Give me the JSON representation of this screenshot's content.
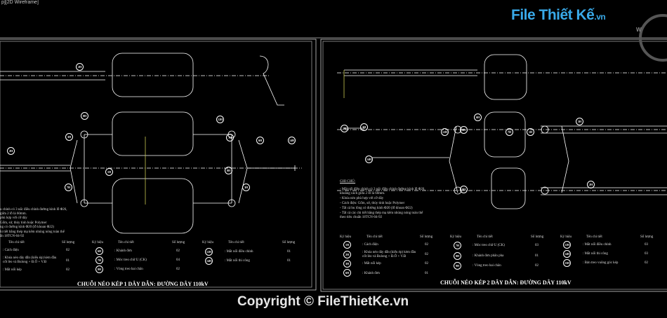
{
  "viewport": {
    "label": "p][2D Wireframe]"
  },
  "watermark": {
    "logo": "File Thiết Kế",
    "logo_suffix": ".vn",
    "copyright": "Copyright © FileThietKe.vn"
  },
  "compass": {
    "w": "W"
  },
  "colors": {
    "background": "#000000",
    "lines": "#ffffff",
    "centerline": "#c8c850",
    "logo": "#39a9e8"
  },
  "left_sheet": {
    "title": "CHUỖI NÉO KÉP 1 DÂY DẪN: ĐƯỜNG DÂY 110kV",
    "notes": [
      "u chỉnh có 3 nấc điều chỉnh đường kính lỗ Φ26,",
      "giữa 2 lỗ là 60mm.",
      "phù hợp với cỡ dây",
      "Gốm, sứ, thủy tinh hoặc Polymer",
      "ng có đường kính Φ20 (lỗ khoan Φ22)",
      "hi tiết bằng thép mạ kẽm nhúng nóng toàn thể",
      "ẩn 18TCN-04-92"
    ],
    "headers": {
      "symbol": "Ký hiệu",
      "name": "Tên chi tiết",
      "qty": "Số lượng"
    },
    "columns": [
      [
        {
          "name": ": Cách điện",
          "qty": "02"
        },
        {
          "name": ": Khóa néo dây dẫn (kiểu ép) kèm đầu cốt lèo và Bulong + Đ.Ô + V.Đ",
          "qty": "01"
        },
        {
          "name": ": Mắt nối kép",
          "qty": "02"
        }
      ],
      [
        {
          "symbol": "6H",
          "name": ": Khánh đơn",
          "qty": "02"
        },
        {
          "symbol": "7H",
          "name": ": Móc treo chữ U (CK)",
          "qty": "04"
        },
        {
          "symbol": "8H",
          "name": ": Vòng treo hai chân",
          "qty": "02"
        }
      ],
      [
        {
          "symbol": "12H",
          "name": ": Mắt nối điều chỉnh",
          "qty": "01"
        },
        {
          "symbol": "14H",
          "name": ": Mắt nối thi công",
          "qty": "01"
        }
      ]
    ],
    "callouts": [
      "2H",
      "8H",
      "3H",
      "12H",
      "6H",
      "7H",
      "14H",
      "7H",
      "1H",
      "3H",
      "2H",
      "8H"
    ]
  },
  "right_sheet": {
    "title": "CHUỖI NÉO KÉP 2 DÂY DẪN: ĐƯỜNG DÂY 110kV",
    "notes_title": "GHI CHÚ:",
    "notes": [
      "- Mắt nối điều chỉnh có 3 nấc điều chỉnh đường kính lỗ Φ26, khoảng cách giữa 2 lỗ là 60mm.",
      "- Khóa néo phù hợp với cỡ dây",
      "- Cách điện: Gốm, sứ, thủy tinh hoặc Polymer",
      "- Tất cả bu lông có đường kính Φ20 (lỗ khoan Φ22)",
      "- Tất cả các chi tiết bằng thép mạ kẽm nhúng nóng toàn thể theo tiêu chuẩn 18TCN-04-92"
    ],
    "headers": {
      "symbol": "Ký hiệu",
      "name": "Tên chi tiết",
      "qty": "Số lượng"
    },
    "columns": [
      [
        {
          "symbol": "1H",
          "name": ": Cách điện",
          "qty": "02"
        },
        {
          "symbol": "2H",
          "name": ": Khóa néo dây dẫn (kiểu ép) kèm đầu cốt lèo và Bulong + Đ.Ô + V.Đ",
          "qty": "02"
        },
        {
          "symbol": "3H",
          "name": ": Mắt nối kép",
          "qty": "02"
        },
        {
          "symbol": "6H",
          "name": ": Khánh đơn",
          "qty": "01"
        }
      ],
      [
        {
          "symbol": "7H",
          "name": ": Móc treo chữ U (CK)",
          "qty": "03"
        },
        {
          "symbol": "8H",
          "name": ": Khánh đơn phân pha",
          "qty": "01"
        },
        {
          "symbol": "9H",
          "name": ": Vòng treo hai chân",
          "qty": "02"
        }
      ],
      [
        {
          "symbol": "12H",
          "name": ": Mắt nối điều chỉnh",
          "qty": "03"
        },
        {
          "symbol": "14H",
          "name": ": Mắt nối thi công",
          "qty": "03"
        },
        {
          "symbol": "15H",
          "name": ": Bản treo vuông góc kép",
          "qty": "02"
        }
      ]
    ],
    "callouts": [
      "2H",
      "3H",
      "14H",
      "12H",
      "8H",
      "6H",
      "7H",
      "1H",
      "9H",
      "3H",
      "2H"
    ]
  }
}
